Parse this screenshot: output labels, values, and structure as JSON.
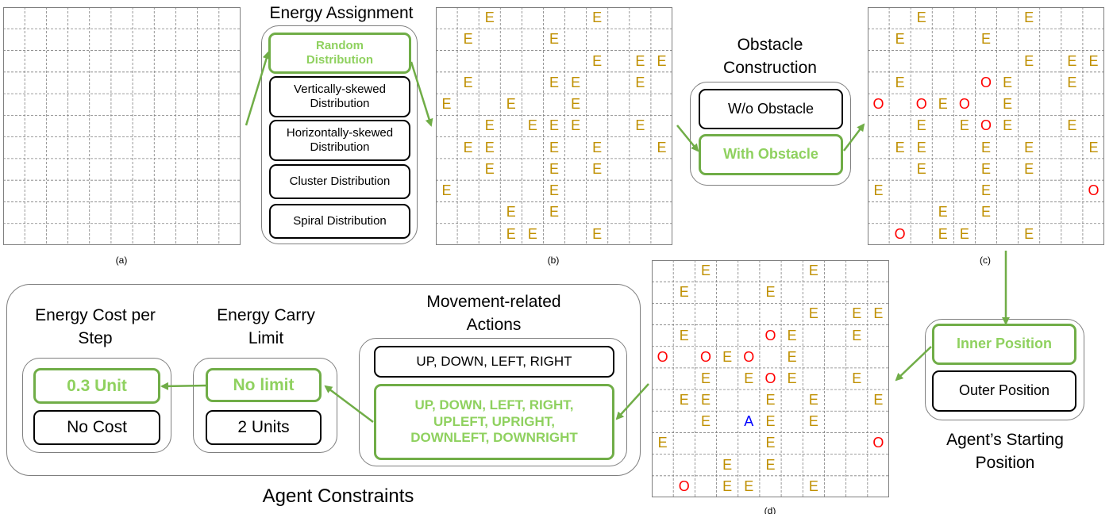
{
  "colors": {
    "energy": "#bf8f00",
    "obstacle": "#ff0000",
    "agent": "#0000ff",
    "accent": "#70ad47",
    "accent_text": "#8fd15f"
  },
  "grid_a": {
    "caption": "(a)",
    "rows": 11,
    "cols": 11
  },
  "energy_assignment": {
    "title": "Energy Assignment",
    "options": [
      "Random\nDistribution",
      "Vertically-skewed\nDistribution",
      "Horizontally-skewed\nDistribution",
      "Cluster Distribution",
      "Spiral Distribution"
    ],
    "selected_index": 0
  },
  "grid_b": {
    "caption": "(b)",
    "cells": [
      [
        null,
        null,
        "E",
        null,
        null,
        null,
        null,
        "E",
        null,
        null,
        null
      ],
      [
        null,
        "E",
        null,
        null,
        null,
        "E",
        null,
        null,
        null,
        null,
        null
      ],
      [
        null,
        null,
        null,
        null,
        null,
        null,
        null,
        "E",
        null,
        "E",
        "E"
      ],
      [
        null,
        "E",
        null,
        null,
        null,
        "E",
        "E",
        null,
        null,
        "E",
        null
      ],
      [
        "E",
        null,
        null,
        "E",
        null,
        null,
        "E",
        null,
        null,
        null,
        null
      ],
      [
        null,
        null,
        "E",
        null,
        "E",
        "E",
        "E",
        null,
        null,
        "E",
        null
      ],
      [
        null,
        "E",
        "E",
        null,
        null,
        "E",
        null,
        "E",
        null,
        null,
        "E"
      ],
      [
        null,
        null,
        "E",
        null,
        null,
        "E",
        null,
        "E",
        null,
        null,
        null
      ],
      [
        "E",
        null,
        null,
        null,
        null,
        "E",
        null,
        null,
        null,
        null,
        null
      ],
      [
        null,
        null,
        null,
        "E",
        null,
        "E",
        null,
        null,
        null,
        null,
        null
      ],
      [
        null,
        null,
        null,
        "E",
        "E",
        null,
        null,
        "E",
        null,
        null,
        null
      ]
    ]
  },
  "obstacle_construction": {
    "title": "Obstacle\nConstruction",
    "options": [
      "W/o Obstacle",
      "With Obstacle"
    ],
    "selected_index": 1
  },
  "grid_c": {
    "caption": "(c)",
    "cells": [
      [
        null,
        null,
        "E",
        null,
        null,
        null,
        null,
        "E",
        null,
        null,
        null
      ],
      [
        null,
        "E",
        null,
        null,
        null,
        "E",
        null,
        null,
        null,
        null,
        null
      ],
      [
        null,
        null,
        null,
        null,
        null,
        null,
        null,
        "E",
        null,
        "E",
        "E"
      ],
      [
        null,
        "E",
        null,
        null,
        null,
        "O",
        "E",
        null,
        null,
        "E",
        null
      ],
      [
        "O",
        null,
        "O",
        "E",
        "O",
        null,
        "E",
        null,
        null,
        null,
        null
      ],
      [
        null,
        null,
        "E",
        null,
        "E",
        "O",
        "E",
        null,
        null,
        "E",
        null
      ],
      [
        null,
        "E",
        "E",
        null,
        null,
        "E",
        null,
        "E",
        null,
        null,
        "E"
      ],
      [
        null,
        null,
        "E",
        null,
        null,
        "E",
        null,
        "E",
        null,
        null,
        null
      ],
      [
        "E",
        null,
        null,
        null,
        null,
        "E",
        null,
        null,
        null,
        null,
        "O"
      ],
      [
        null,
        null,
        null,
        "E",
        null,
        "E",
        null,
        null,
        null,
        null,
        null
      ],
      [
        null,
        "O",
        null,
        "E",
        "E",
        null,
        null,
        "E",
        null,
        null,
        null
      ]
    ]
  },
  "starting_position": {
    "title": "Agent’s Starting\nPosition",
    "options": [
      "Inner Position",
      "Outer Position"
    ],
    "selected_index": 0
  },
  "grid_d": {
    "caption": "(d)",
    "cells": [
      [
        null,
        null,
        "E",
        null,
        null,
        null,
        null,
        "E",
        null,
        null,
        null
      ],
      [
        null,
        "E",
        null,
        null,
        null,
        "E",
        null,
        null,
        null,
        null,
        null
      ],
      [
        null,
        null,
        null,
        null,
        null,
        null,
        null,
        "E",
        null,
        "E",
        "E"
      ],
      [
        null,
        "E",
        null,
        null,
        null,
        "O",
        "E",
        null,
        null,
        "E",
        null
      ],
      [
        "O",
        null,
        "O",
        "E",
        "O",
        null,
        "E",
        null,
        null,
        null,
        null
      ],
      [
        null,
        null,
        "E",
        null,
        "E",
        "O",
        "E",
        null,
        null,
        "E",
        null
      ],
      [
        null,
        "E",
        "E",
        null,
        null,
        "E",
        null,
        "E",
        null,
        null,
        "E"
      ],
      [
        null,
        null,
        "E",
        null,
        "A",
        "E",
        null,
        "E",
        null,
        null,
        null
      ],
      [
        "E",
        null,
        null,
        null,
        null,
        "E",
        null,
        null,
        null,
        null,
        "O"
      ],
      [
        null,
        null,
        null,
        "E",
        null,
        "E",
        null,
        null,
        null,
        null,
        null
      ],
      [
        null,
        "O",
        null,
        "E",
        "E",
        null,
        null,
        "E",
        null,
        null,
        null
      ]
    ]
  },
  "agent_constraints": {
    "title": "Agent Constraints",
    "energy_cost": {
      "title": "Energy Cost per\nStep",
      "options": [
        "0.3 Unit",
        "No Cost"
      ],
      "selected_index": 0
    },
    "carry_limit": {
      "title": "Energy Carry\nLimit",
      "options": [
        "No limit",
        "2 Units"
      ],
      "selected_index": 0
    },
    "movement": {
      "title": "Movement-related\nActions",
      "options": [
        "UP, DOWN, LEFT, RIGHT",
        "UP, DOWN, LEFT, RIGHT,\nUPLEFT, UPRIGHT,\nDOWNLEFT, DOWNRIGHT"
      ],
      "selected_index": 1
    }
  }
}
